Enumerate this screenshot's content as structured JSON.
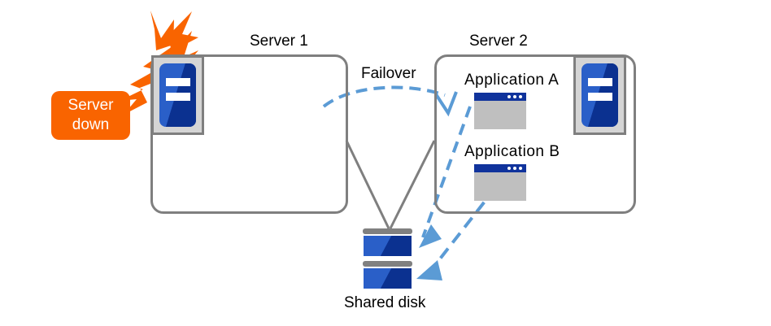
{
  "diagram": {
    "title_server1": "Server 1",
    "title_server2": "Server 2",
    "failover_label": "Failover",
    "app_a_label": "Application  A",
    "app_b_label": "Application  B",
    "shared_disk_label": "Shared disk",
    "alert": {
      "line1": "Server",
      "line2": "down"
    },
    "colors": {
      "alert_orange": "#f96400",
      "arrow_blue": "#5b9bd5",
      "box_gray": "#7f7f7f",
      "server_blue_light": "#2a5fc8",
      "server_blue_dark": "#0b3190",
      "app_titlebar": "#10339c",
      "app_body": "#bfbfbf",
      "disk_cap_gray": "#808080",
      "icon_frame_gray": "#d5d5d5",
      "background": "#ffffff",
      "text": "#000000"
    },
    "icons": {
      "server1": "server-machine-icon",
      "server2": "server-machine-icon",
      "app_a": "application-window-icon",
      "app_b": "application-window-icon",
      "disk": "shared-disk-icon",
      "alert": "lightning-bolt-icon"
    }
  }
}
